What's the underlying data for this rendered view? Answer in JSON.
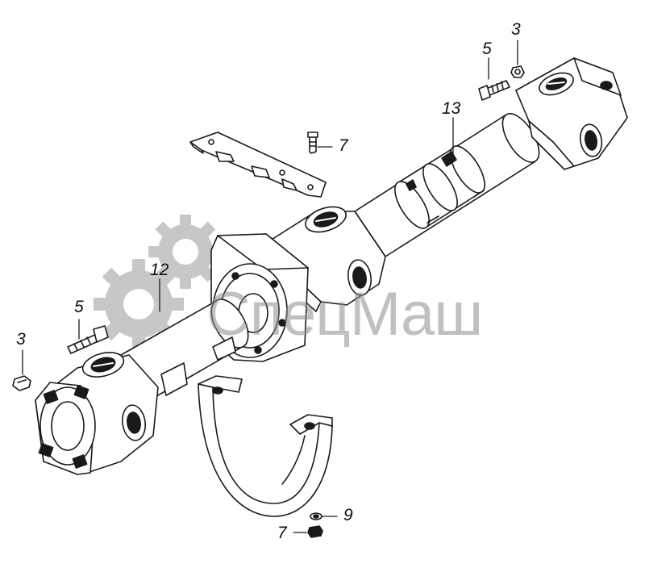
{
  "watermark": {
    "text": "СпецМаш",
    "color": "#8e8e8e",
    "icon": "gears-icon"
  },
  "callouts": [
    {
      "id": "3-top",
      "label": "3"
    },
    {
      "id": "5-top",
      "label": "5"
    },
    {
      "id": "13",
      "label": "13"
    },
    {
      "id": "7-top",
      "label": "7"
    },
    {
      "id": "12",
      "label": "12"
    },
    {
      "id": "5-left",
      "label": "5"
    },
    {
      "id": "3-left",
      "label": "3"
    },
    {
      "id": "9",
      "label": "9"
    },
    {
      "id": "7-bottom",
      "label": "7"
    }
  ],
  "colors": {
    "line": "#1a1a1a",
    "fill": "#ffffff"
  }
}
